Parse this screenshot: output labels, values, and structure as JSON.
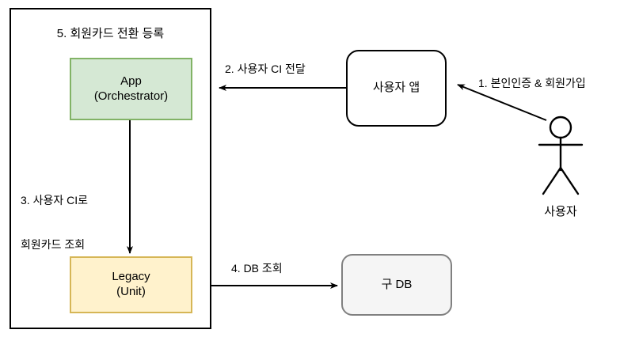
{
  "diagram": {
    "title_group": "5. 회원카드 전환 등록",
    "nodes": {
      "app": {
        "line1": "App",
        "line2": "(Orchestrator)",
        "fill": "#d5e8d4",
        "stroke": "#82b366"
      },
      "legacy": {
        "line1": "Legacy",
        "line2": "(Unit)",
        "fill": "#fff2cc",
        "stroke": "#d6b656"
      },
      "user_app": {
        "label": "사용자 앱",
        "fill": "#ffffff",
        "stroke": "#000000"
      },
      "legacy_db": {
        "label": "구 DB",
        "fill": "#f5f5f5",
        "stroke": "#808080"
      },
      "actor": {
        "label": "사용자"
      }
    },
    "edges": {
      "flow1": {
        "label": "1. 본인인증 & 회원가입",
        "from": "actor",
        "to": "user_app"
      },
      "flow2": {
        "label": "2. 사용자 CI 전달",
        "from": "user_app",
        "to": "app"
      },
      "flow3_line1": "3. 사용자 CI로",
      "flow3_line2": "회원카드 조회",
      "flow4": {
        "label": "4. DB 조회",
        "from": "legacy",
        "to": "legacy_db"
      }
    }
  }
}
